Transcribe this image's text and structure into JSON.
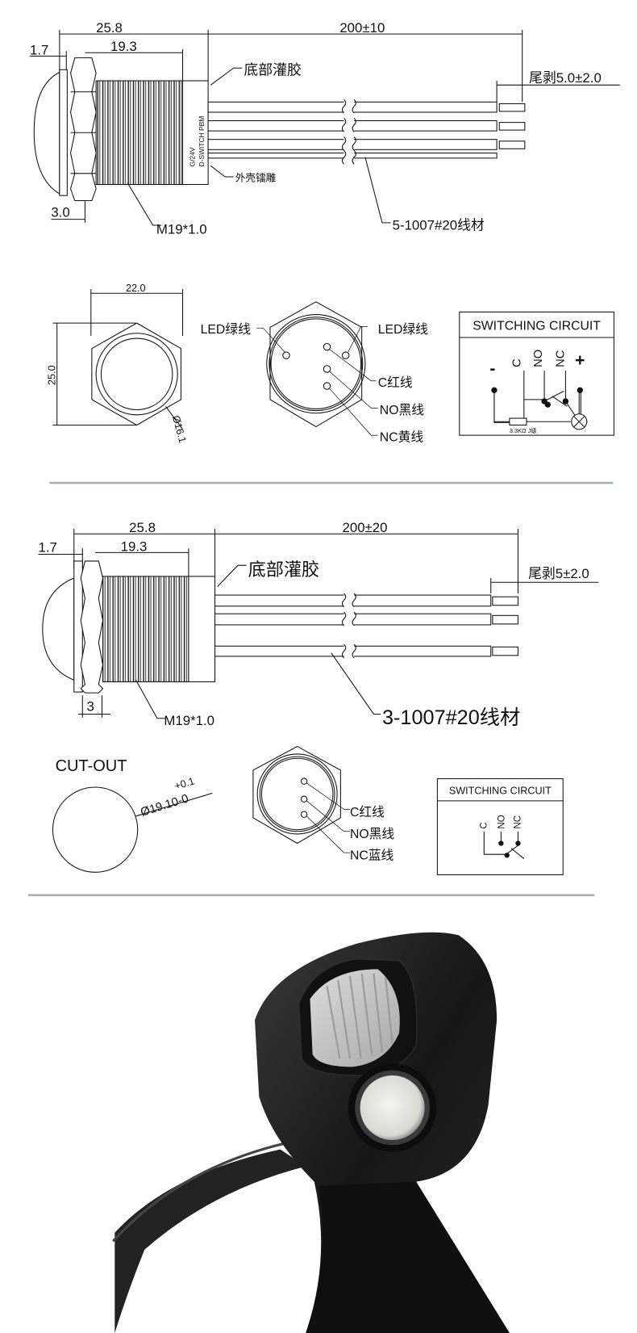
{
  "drawing1": {
    "dim_flange": "1.7",
    "dim_total": "25.8",
    "dim_thread": "19.3",
    "dim_wire": "200±10",
    "dim_strip": "尾剥5.0±2.0",
    "dim_nut": "3.0",
    "thread_spec": "M19*1.0",
    "label_potting": "底部灌胶",
    "label_engraving": "外壳镭雕",
    "wire_spec": "5-1007#20线材",
    "engraving_line1": "G/24V",
    "engraving_line2": "D-SWITCH PBM"
  },
  "views1": {
    "width": "22.0",
    "height": "25.0",
    "diameter": "Ø16.1",
    "pin_labels": [
      "LED绿线",
      "LED绿线",
      "C红线",
      "NO黑线",
      "NC黄线"
    ],
    "circuit": {
      "title": "SWITCHING CIRCUIT",
      "terminals": [
        "-",
        "C",
        "NO",
        "NC",
        "+"
      ],
      "resistor": "3.3KΩ J级"
    }
  },
  "drawing2": {
    "dim_flange": "1.7",
    "dim_total": "25.8",
    "dim_thread": "19.3",
    "dim_wire": "200±20",
    "dim_strip": "尾剥5±2.0",
    "dim_nut": "3",
    "thread_spec": "M19*1.0",
    "label_potting": "底部灌胶",
    "wire_spec": "3-1007#20线材"
  },
  "views2": {
    "cutout_title": "CUT-OUT",
    "cutout_dim": "Ø19.10-0",
    "cutout_tol": "+0.1",
    "pin_labels": [
      "C红线",
      "NO黑线",
      "NC蓝线"
    ],
    "circuit": {
      "title": "SWITCHING CIRCUIT",
      "terminals": [
        "C",
        "NO",
        "NC"
      ]
    }
  },
  "colors": {
    "divider": "#a9b0b8",
    "handle": "#1a1a1a",
    "knob": "#c9c9c9"
  }
}
